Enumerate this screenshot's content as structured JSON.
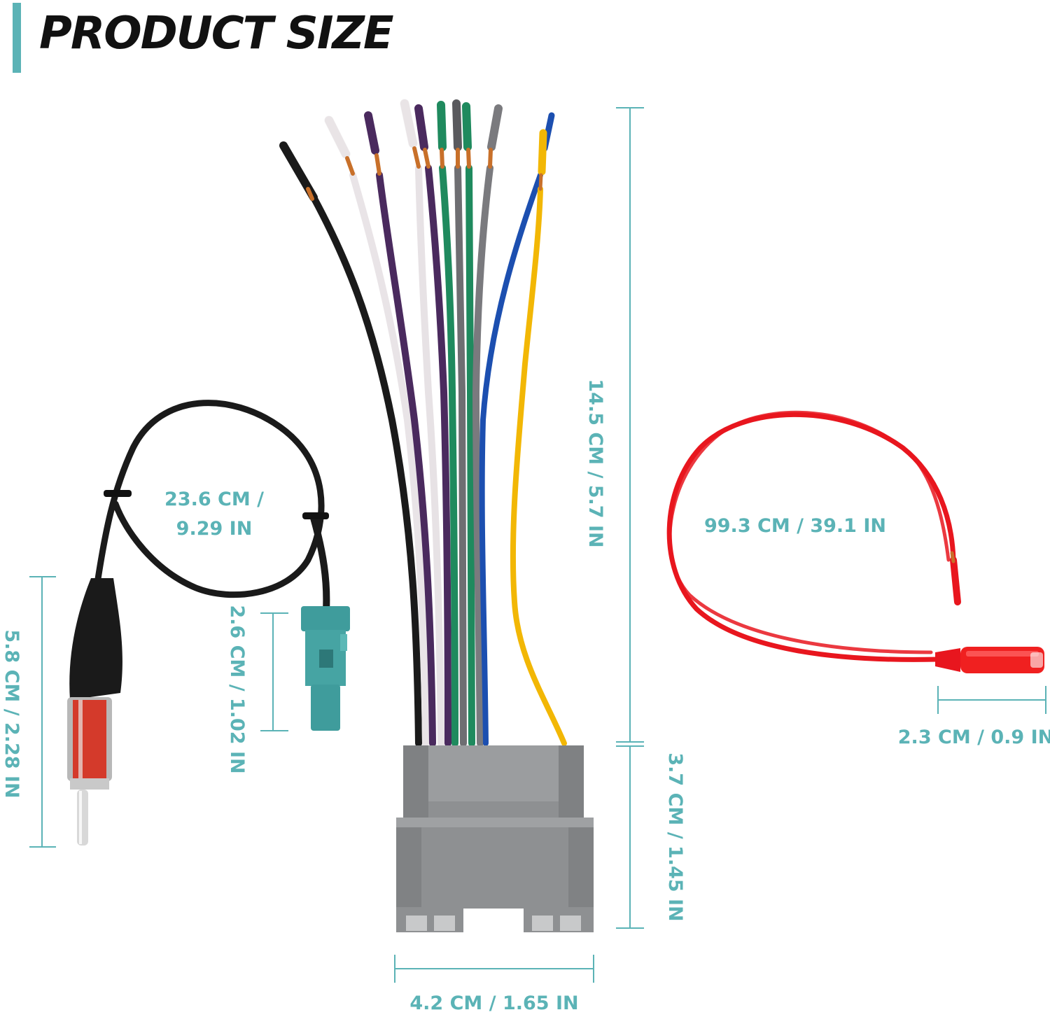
{
  "title": "PRODUCT SIZE",
  "colors": {
    "accent": "#5bb3b6",
    "title_text": "#111111",
    "connector_gray": "#8e9092",
    "fakra_teal": "#3f9c9c",
    "power_wire_red": "#e8161e"
  },
  "dimensions": {
    "harness_length": "14.5 CM / 5.7 IN",
    "connector_height": "3.7 CM / 1.45 IN",
    "connector_width": "4.2 CM / 1.65 IN",
    "antenna_cable_line1": "23.6 CM /",
    "antenna_cable_line2": "9.29 IN",
    "antenna_plug_length": "5.8 CM / 2.28 IN",
    "fakra_length": "2.6 CM / 1.02 IN",
    "red_wire_length": "99.3 CM / 39.1 IN",
    "red_terminal_length": "2.3 CM / 0.9 IN"
  },
  "wire_colors": [
    "black",
    "white",
    "purple",
    "white",
    "purple",
    "green",
    "gray",
    "green",
    "gray",
    "blue",
    "yellow"
  ],
  "icons": [
    "wiring-harness-connector",
    "antenna-adapter",
    "fakra-connector",
    "din-antenna-plug",
    "red-power-wire",
    "spade-terminal"
  ]
}
